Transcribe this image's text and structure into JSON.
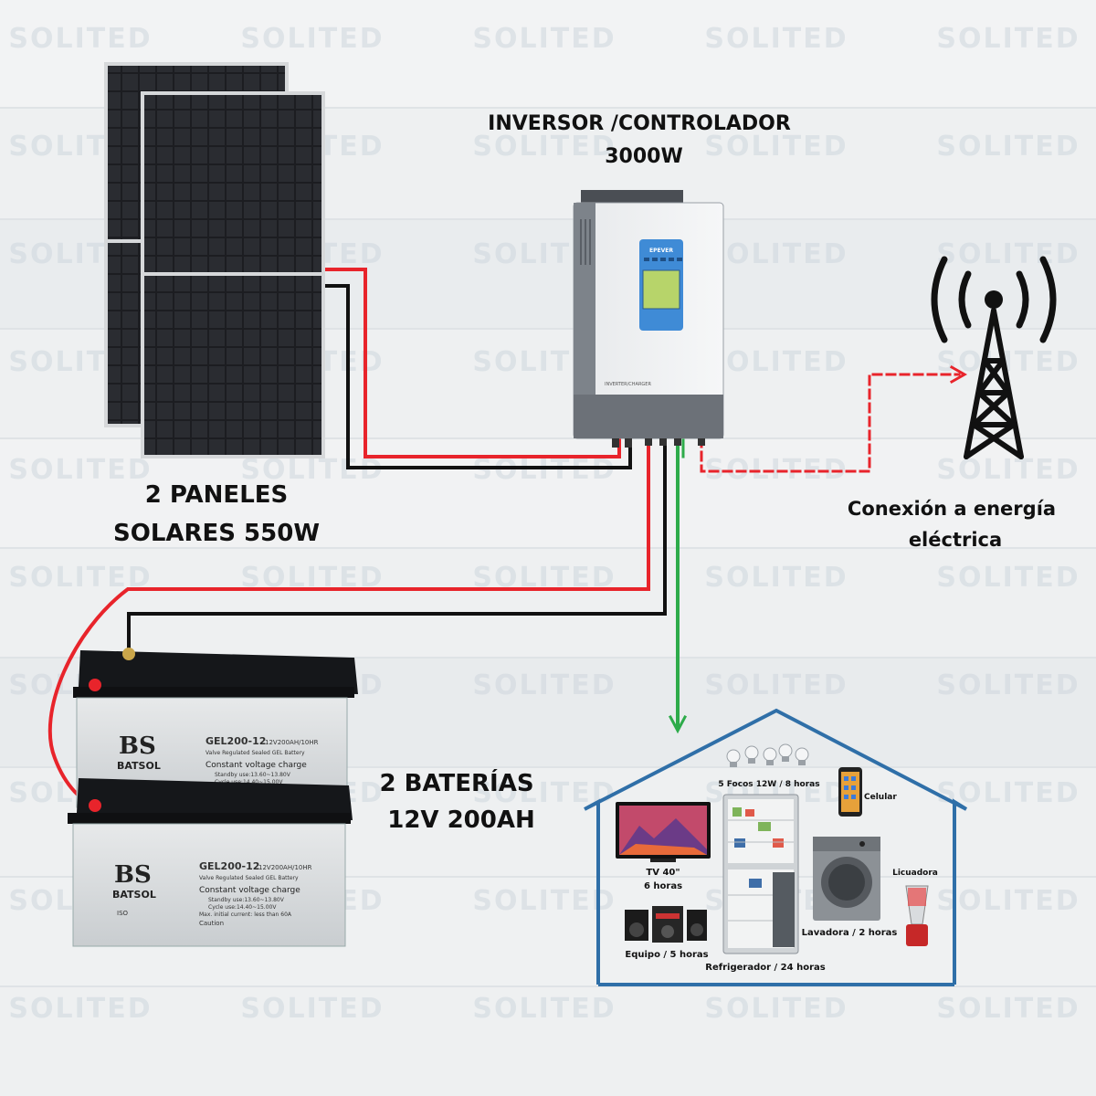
{
  "watermark": "SOLITED",
  "inverter": {
    "title_line1": "INVERSOR /CONTROLADOR",
    "title_line2": "3000W",
    "brand": "EPEVER",
    "panel_text": "INVERTER/CHARGER"
  },
  "panels": {
    "label_line1": "2 PANELES",
    "label_line2": "SOLARES 550W"
  },
  "grid": {
    "label_line1": "Conexión a energía",
    "label_line2": "eléctrica"
  },
  "batteries": {
    "label_line1": "2 BATERÍAS",
    "label_line2": "12V 200AH",
    "brand_logo": "BS",
    "brand_name": "BATSOL",
    "model": "GEL200-12",
    "model_detail": "12V200AH/10HR",
    "subtitle": "Valve Regulated Sealed GEL Battery",
    "charge_title": "Constant voltage charge",
    "standby": "Standby use:13.60~13.80V",
    "cycle": "Cycle use:14.40~15.00V",
    "max_current": "Max. initial current: less than 60A",
    "caution": "Caution",
    "iso": "ISO"
  },
  "loads": {
    "tv": {
      "line1": "TV 40\"",
      "line2": "6 horas"
    },
    "focos": "5 Focos 12W / 8 horas",
    "celular": "Celular",
    "licuadora": "Licuadora",
    "lavadora": "Lavadora / 2 horas",
    "equipo": "Equipo / 5 horas",
    "refrigerador": "Refrigerador / 24 horas"
  },
  "colors": {
    "positive_wire": "#e8242b",
    "negative_wire": "#111111",
    "ac_wire": "#2dab4a",
    "grid_wire": "#e8242b",
    "house_outline": "#2f6fa8"
  }
}
